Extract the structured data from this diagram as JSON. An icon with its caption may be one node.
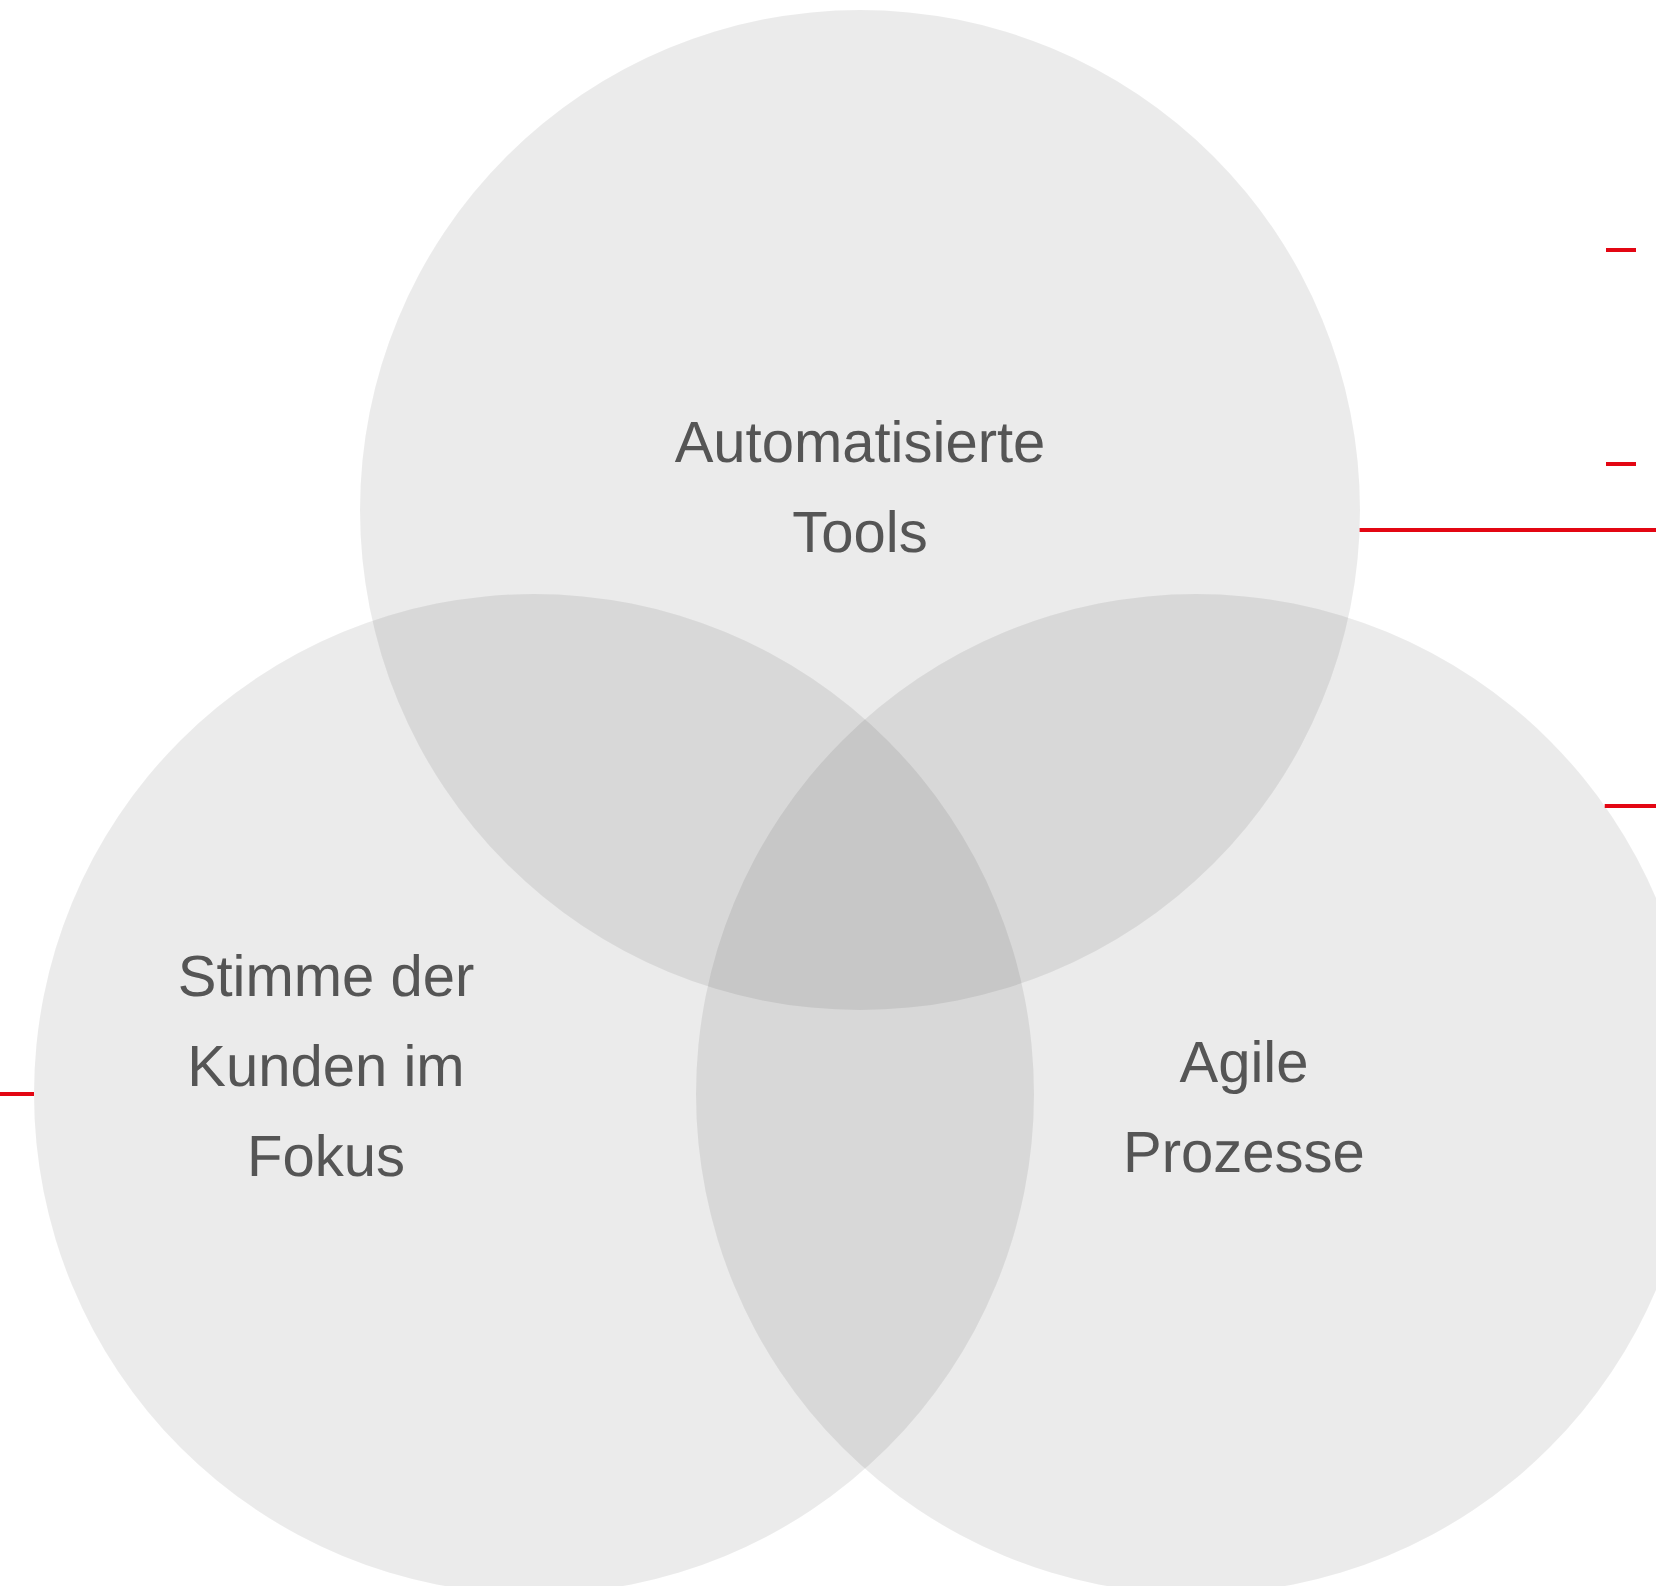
{
  "diagram": {
    "nodes": [
      {
        "text": [
          "Automatisierte Tools"
        ]
      },
      {
        "text": [
          "Stimme der Kunden im Fokus"
        ]
      },
      {
        "text": [
          "Agile Prozesse"
        ]
      }
    ],
    "edges": [
      {
        "from": 0,
        "to": null,
        "arrow": "none"
      },
      {
        "from": 2,
        "to": null,
        "arrow": "none"
      },
      {
        "from": 1,
        "to": null,
        "arrow": "none"
      }
    ]
  }
}
